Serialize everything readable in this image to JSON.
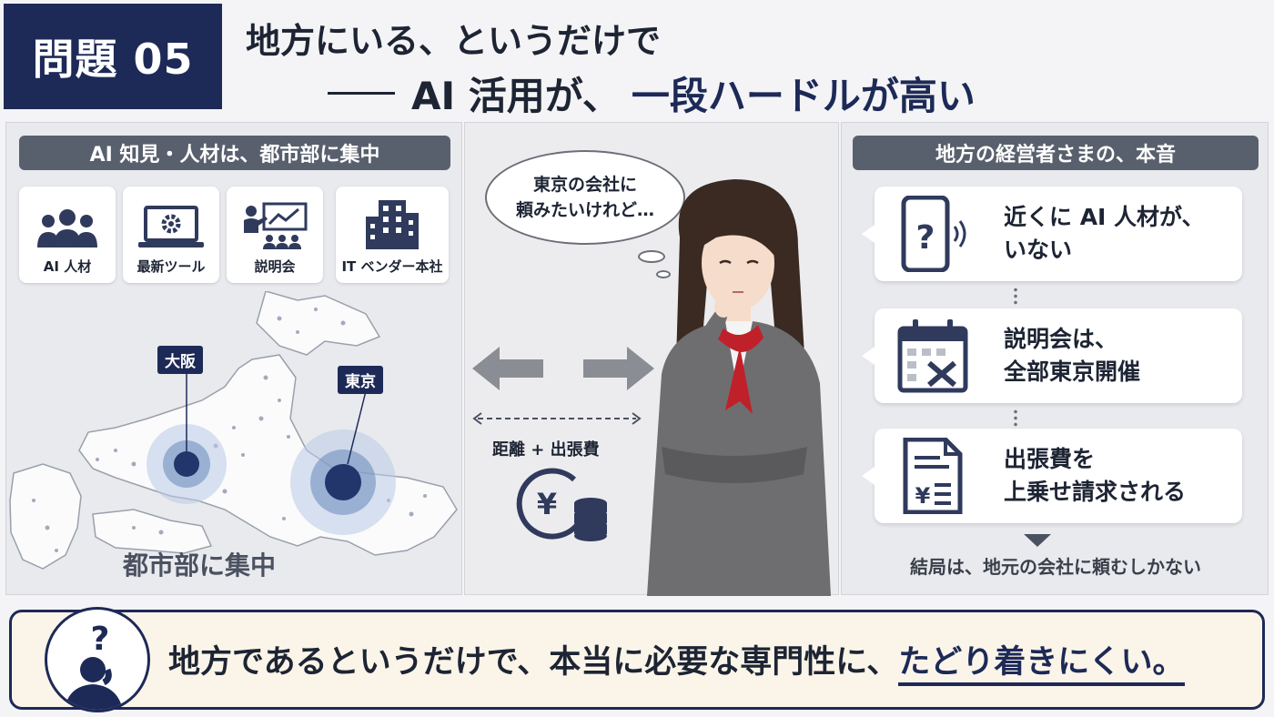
{
  "header": {
    "badge": "問題 05",
    "title_line1": "地方にいる、というだけで",
    "title_line2_prefix": "AI 活用が、",
    "title_line2_highlight": "一段ハードルが高い"
  },
  "left_panel": {
    "heading": "AI 知見・人材は、都市部に集中",
    "icons": [
      {
        "label": "AI 人材",
        "icon": "people-icon"
      },
      {
        "label": "最新ツール",
        "icon": "laptop-gear-icon"
      },
      {
        "label": "説明会",
        "icon": "presentation-icon"
      },
      {
        "label": "IT ベンダー本社",
        "icon": "building-icon"
      }
    ],
    "cities": [
      "大阪",
      "東京"
    ],
    "caption": "都市部に集中"
  },
  "middle_panel": {
    "thought_line1": "東京の会社に",
    "thought_line2": "頼みたいけれど…",
    "distance_label": "距離 + 出張費",
    "icons": [
      "arrow-left-icon",
      "arrow-right-icon",
      "yen-coin-icon",
      "person-thinking-icon"
    ]
  },
  "right_panel": {
    "heading": "地方の経営者さまの、本音",
    "reasons": [
      {
        "line1": "近くに AI 人材が、",
        "line2": "いない",
        "icon": "phone-question-icon"
      },
      {
        "line1": "説明会は、",
        "line2": "全部東京開催",
        "icon": "calendar-x-icon"
      },
      {
        "line1": "出張費を",
        "line2": "上乗せ請求される",
        "icon": "invoice-yen-icon"
      }
    ],
    "conclusion": "結局は、地元の会社に頼むしかない"
  },
  "banner": {
    "text_prefix": "地方であるというだけで、本当に必要な専門性に、",
    "text_highlight": "たどり着きにくい。",
    "icon": "thinking-person-question-icon"
  },
  "colors": {
    "navy": "#1d2a57",
    "accent_red": "#c0202a",
    "panel_bg": "#e9eaee",
    "banner_bg": "#fbf5e9"
  }
}
